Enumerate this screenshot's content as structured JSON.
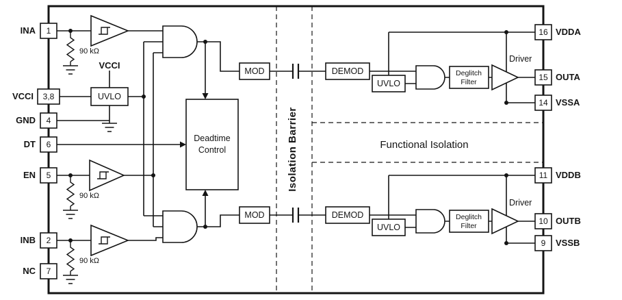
{
  "colors": {
    "ink": "#141414",
    "background": "#ffffff"
  },
  "pins_left": [
    {
      "label": "INA",
      "number": "1"
    },
    {
      "label": "VCCI",
      "number": "3,8"
    },
    {
      "label": "GND",
      "number": "4"
    },
    {
      "label": "DT",
      "number": "6"
    },
    {
      "label": "EN",
      "number": "5"
    },
    {
      "label": "INB",
      "number": "2"
    },
    {
      "label": "NC",
      "number": "7"
    }
  ],
  "pins_right": [
    {
      "label": "VDDA",
      "number": "16"
    },
    {
      "label": "OUTA",
      "number": "15"
    },
    {
      "label": "VSSA",
      "number": "14"
    },
    {
      "label": "VDDB",
      "number": "11"
    },
    {
      "label": "OUTB",
      "number": "10"
    },
    {
      "label": "VSSB",
      "number": "9"
    }
  ],
  "blocks": {
    "uvlo_input": "UVLO",
    "vcci_internal": "VCCI",
    "deadtime_line1": "Deadtime",
    "deadtime_line2": "Control",
    "mod_a": "MOD",
    "mod_b": "MOD",
    "demod_a": "DEMOD",
    "demod_b": "DEMOD",
    "uvlo_a": "UVLO",
    "uvlo_b": "UVLO",
    "deglitch_a_line1": "Deglitch",
    "deglitch_a_line2": "Filter",
    "deglitch_b_line1": "Deglitch",
    "deglitch_b_line2": "Filter",
    "driver_a": "Driver",
    "driver_b": "Driver"
  },
  "labels": {
    "isolation_barrier": "Isolation Barrier",
    "functional_isolation": "Functional Isolation",
    "resistor_ina": "90 kΩ",
    "resistor_en": "90 kΩ",
    "resistor_inb": "90 kΩ"
  }
}
